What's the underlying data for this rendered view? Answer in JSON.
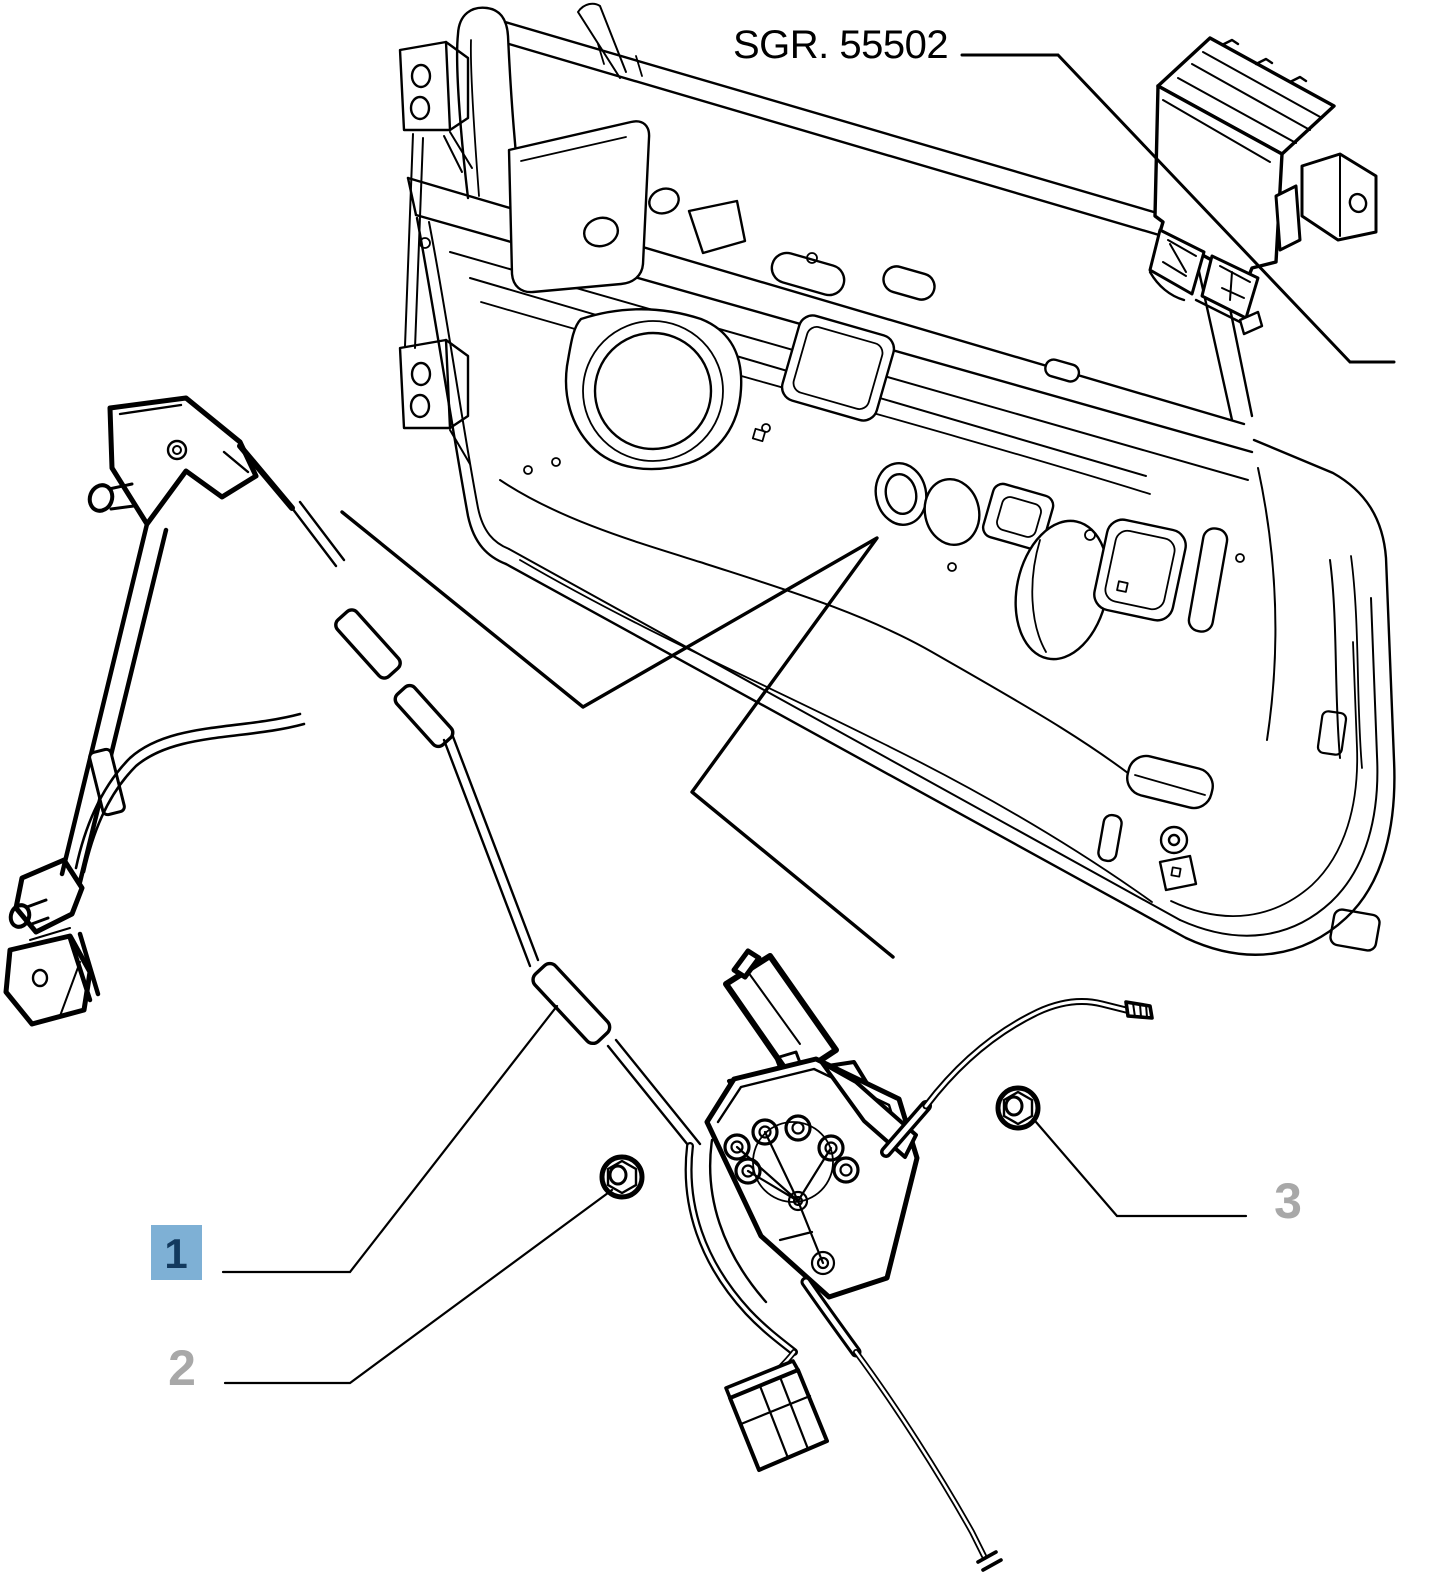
{
  "diagram": {
    "group_label": "SGR. 55502",
    "callouts": [
      {
        "number": "1",
        "highlighted": true
      },
      {
        "number": "2",
        "highlighted": false
      },
      {
        "number": "3",
        "highlighted": false
      }
    ],
    "colors": {
      "background": "#ffffff",
      "line": "#000000",
      "callout_active_bg": "#7EB0D5",
      "callout_active_fg": "#12395E",
      "callout_muted_fg": "#A8A8A8"
    }
  }
}
